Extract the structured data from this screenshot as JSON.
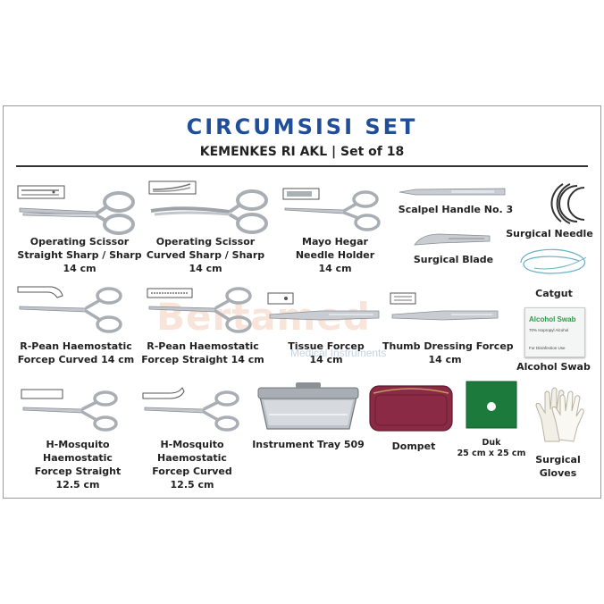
{
  "header": {
    "title": "CIRCUMSISI SET",
    "subtitle": "KEMENKES RI AKL | Set of 18"
  },
  "watermark": {
    "brand": "Bertamed",
    "tagline": "Medical Instruments"
  },
  "items": [
    {
      "lines": [
        "Operating Scissor",
        "Straight Sharp / Sharp",
        "14 cm"
      ]
    },
    {
      "lines": [
        "Operating Scissor",
        "Curved Sharp / Sharp",
        "14 cm"
      ]
    },
    {
      "lines": [
        "Mayo Hegar",
        "Needle Holder",
        "14 cm"
      ]
    },
    {
      "lines": [
        "Scalpel Handle No. 3"
      ]
    },
    {
      "lines": [
        "Surgical Needle"
      ]
    },
    {
      "lines": [
        "Surgical Blade"
      ]
    },
    {
      "lines": [
        "Catgut"
      ]
    },
    {
      "lines": [
        "R-Pean Haemostatic",
        "Forcep Curved 14 cm"
      ]
    },
    {
      "lines": [
        "R-Pean Haemostatic",
        "Forcep Straight 14 cm"
      ]
    },
    {
      "lines": [
        "Tissue Forcep",
        "14 cm"
      ]
    },
    {
      "lines": [
        "Thumb Dressing Forcep",
        "14 cm"
      ]
    },
    {
      "lines": [
        "Alcohol Swab"
      ]
    },
    {
      "lines": [
        "H-Mosquito",
        "Haemostatic",
        "Forcep Straight",
        "12.5 cm"
      ]
    },
    {
      "lines": [
        "H-Mosquito",
        "Haemostatic",
        "Forcep Curved",
        "12.5 cm"
      ]
    },
    {
      "lines": [
        "Instrument Tray 509"
      ]
    },
    {
      "lines": [
        "Dompet"
      ]
    },
    {
      "lines": [
        "Duk",
        "25 cm x 25 cm"
      ]
    },
    {
      "lines": [
        "Surgical",
        "Gloves"
      ]
    }
  ],
  "swab": {
    "title": "Alcohol Swab",
    "line1": "70% Isopropyl Alcohol",
    "line2": "For Disinfection Use"
  },
  "colors": {
    "title": "#1f4e9b",
    "steel": "#b9bec4",
    "pouch": "#8a2a44",
    "drape": "#1c7a3c",
    "swab_green": "#2e9a4a"
  }
}
